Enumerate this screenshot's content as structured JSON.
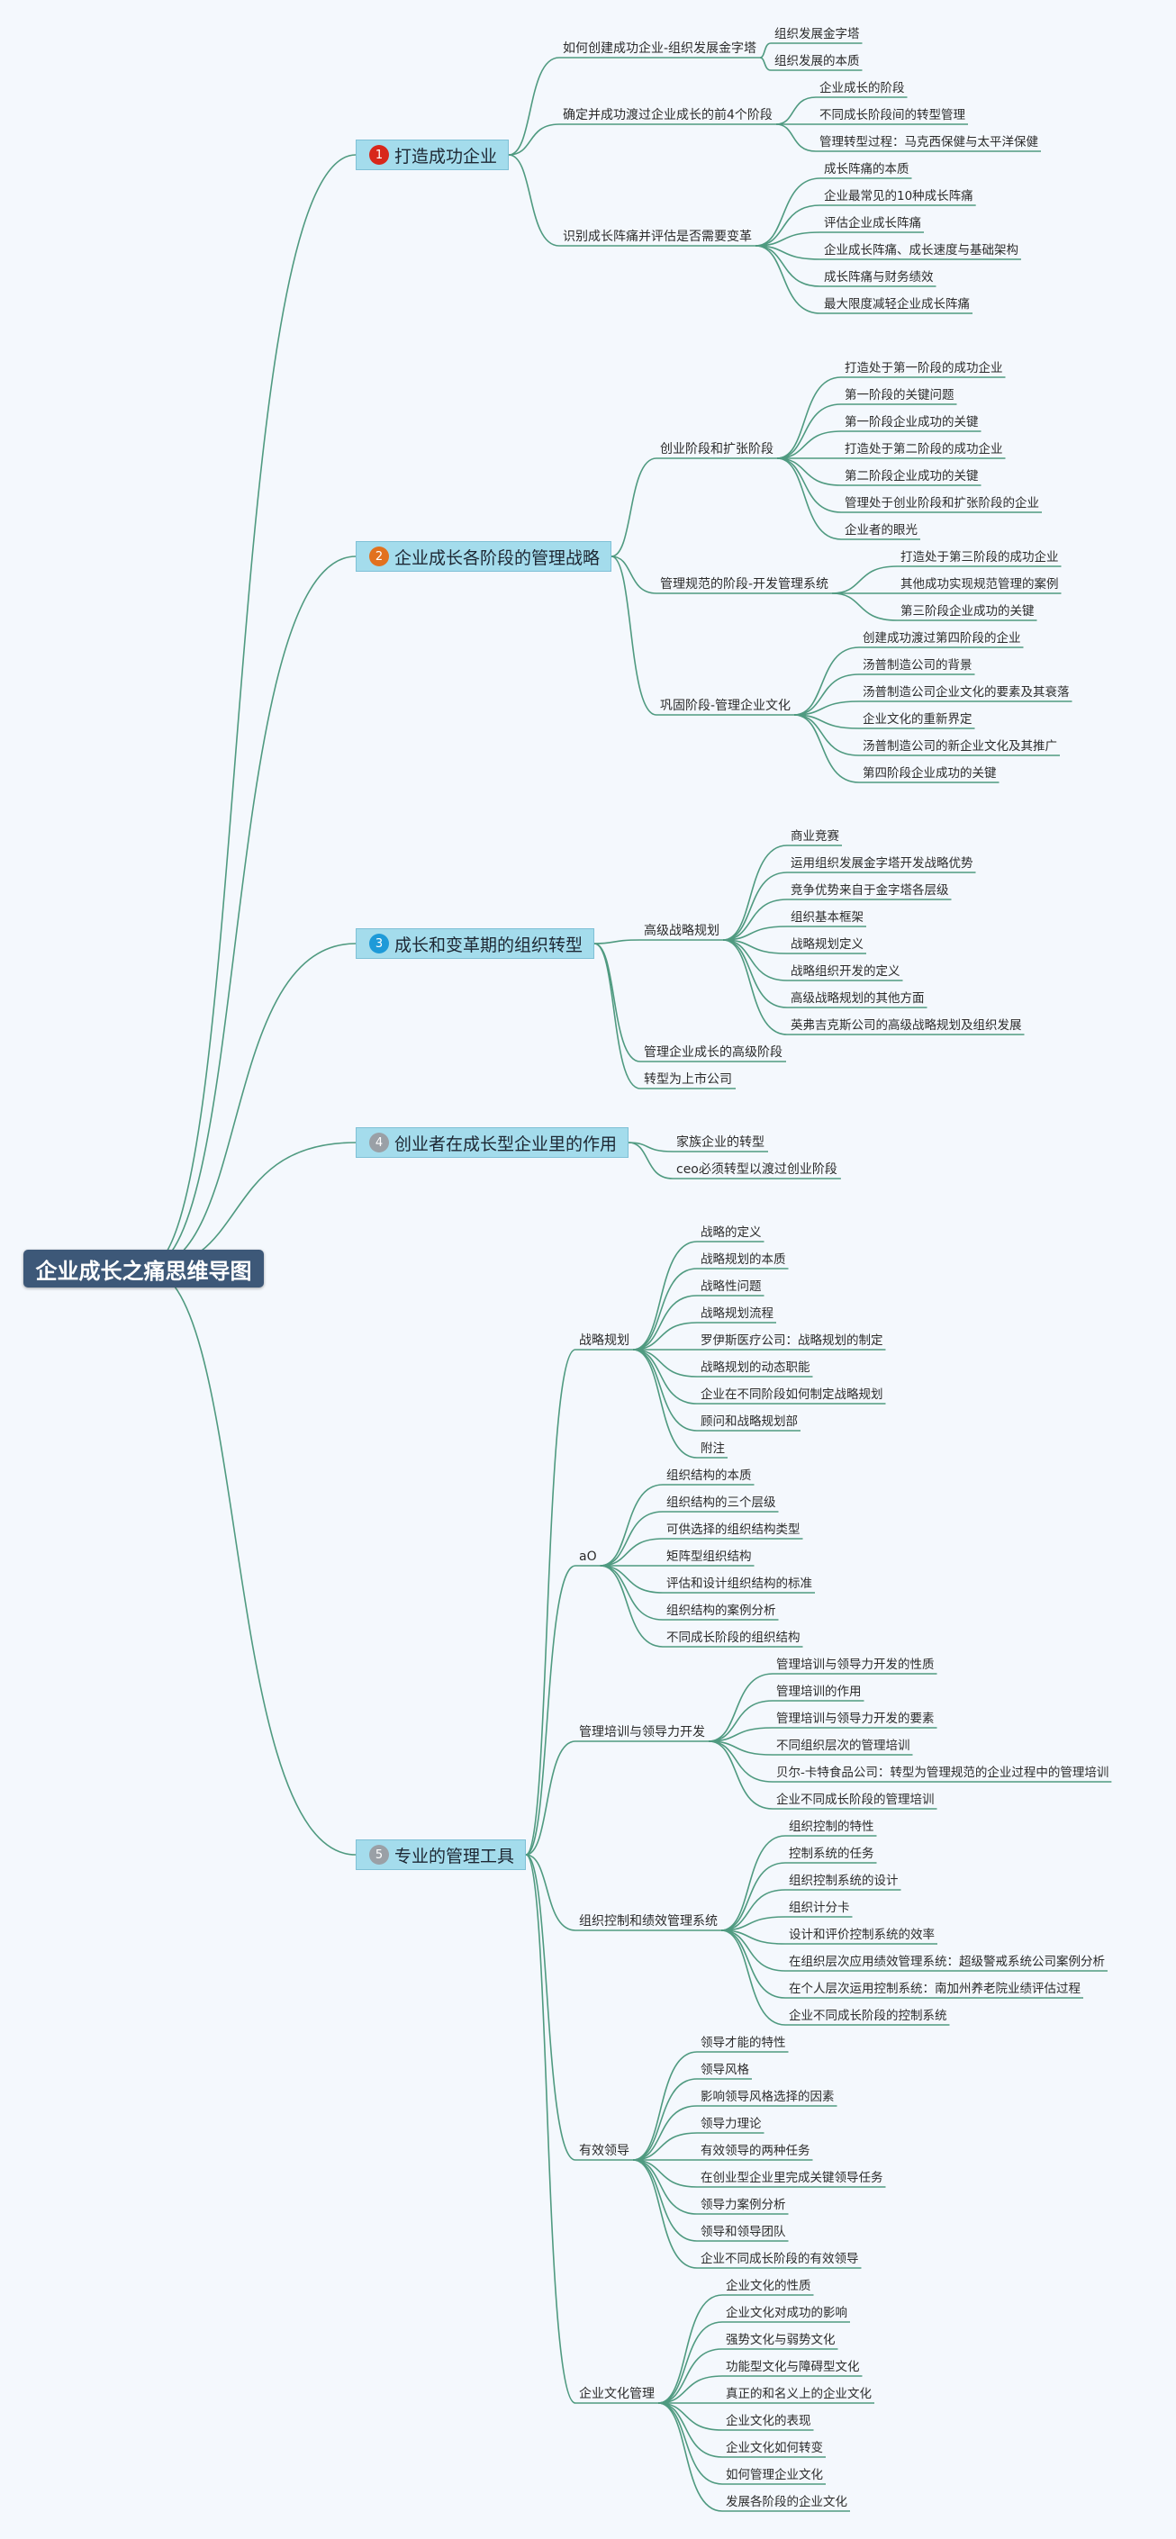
{
  "root": "企业成长之痛思维导图",
  "colors": {
    "line": "#4f9a80",
    "root_bg": "#3d5878",
    "topic_bg": "#a4dcec",
    "page_bg": "#f4f8fd"
  },
  "topics": [
    {
      "badge": "1",
      "badge_color": "#d8271b",
      "label": "打造成功企业",
      "children": [
        {
          "label": "如何创建成功企业-组织发展金字塔",
          "children": [
            "组织发展金字塔",
            "组织发展的本质"
          ]
        },
        {
          "label": "确定并成功渡过企业成长的前4个阶段",
          "children": [
            "企业成长的阶段",
            "不同成长阶段间的转型管理",
            "管理转型过程：马克西保健与太平洋保健"
          ]
        },
        {
          "label": "识别成长阵痛并评估是否需要变革",
          "children": [
            "成长阵痛的本质",
            "企业最常见的10种成长阵痛",
            "评估企业成长阵痛",
            "企业成长阵痛、成长速度与基础架构",
            "成长阵痛与财务绩效",
            "最大限度减轻企业成长阵痛"
          ]
        }
      ]
    },
    {
      "badge": "2",
      "badge_color": "#e2711e",
      "label": "企业成长各阶段的管理战略",
      "children": [
        {
          "label": "创业阶段和扩张阶段",
          "children": [
            "打造处于第一阶段的成功企业",
            "第一阶段的关键问题",
            "第一阶段企业成功的关键",
            "打造处于第二阶段的成功企业",
            "第二阶段企业成功的关键",
            "管理处于创业阶段和扩张阶段的企业",
            "企业者的眼光"
          ]
        },
        {
          "label": "管理规范的阶段-开发管理系统",
          "children": [
            "打造处于第三阶段的成功企业",
            "其他成功实现规范管理的案例",
            "第三阶段企业成功的关键"
          ]
        },
        {
          "label": "巩固阶段-管理企业文化",
          "children": [
            "创建成功渡过第四阶段的企业",
            "汤普制造公司的背景",
            "汤普制造公司企业文化的要素及其衰落",
            "企业文化的重新界定",
            "汤普制造公司的新企业文化及其推广",
            "第四阶段企业成功的关键"
          ]
        }
      ]
    },
    {
      "badge": "3",
      "badge_color": "#1e9ad8",
      "label": "成长和变革期的组织转型",
      "children": [
        {
          "label": "高级战略规划",
          "children": [
            "商业竞赛",
            "运用组织发展金字塔开发战略优势",
            "竞争优势来自于金字塔各层级",
            "组织基本框架",
            "战略规划定义",
            "战略组织开发的定义",
            "高级战略规划的其他方面",
            "英弗吉克斯公司的高级战略规划及组织发展"
          ]
        },
        {
          "label": "管理企业成长的高级阶段",
          "children": []
        },
        {
          "label": "转型为上市公司",
          "children": []
        }
      ]
    },
    {
      "badge": "4",
      "badge_color": "#9aa0a6",
      "label": "创业者在成长型企业里的作用",
      "children": [
        {
          "label": "家族企业的转型",
          "children": []
        },
        {
          "label": "ceo必须转型以渡过创业阶段",
          "children": []
        }
      ]
    },
    {
      "badge": "5",
      "badge_color": "#9aa0a6",
      "label": "专业的管理工具",
      "children": [
        {
          "label": "战略规划",
          "children": [
            "战略的定义",
            "战略规划的本质",
            "战略性问题",
            "战略规划流程",
            "罗伊斯医疗公司：战略规划的制定",
            "战略规划的动态职能",
            "企业在不同阶段如何制定战略规划",
            "顾问和战略规划部",
            "附注"
          ]
        },
        {
          "label": "aO",
          "children": [
            "组织结构的本质",
            "组织结构的三个层级",
            "可供选择的组织结构类型",
            "矩阵型组织结构",
            "评估和设计组织结构的标准",
            "组织结构的案例分析",
            "不同成长阶段的组织结构"
          ]
        },
        {
          "label": "管理培训与领导力开发",
          "children": [
            "管理培训与领导力开发的性质",
            "管理培训的作用",
            "管理培训与领导力开发的要素",
            "不同组织层次的管理培训",
            "贝尔-卡特食品公司：转型为管理规范的企业过程中的管理培训",
            "企业不同成长阶段的管理培训"
          ]
        },
        {
          "label": "组织控制和绩效管理系统",
          "children": [
            "组织控制的特性",
            "控制系统的任务",
            "组织控制系统的设计",
            "组织计分卡",
            "设计和评价控制系统的效率",
            "在组织层次应用绩效管理系统：超级警戒系统公司案例分析",
            "在个人层次运用控制系统：南加州养老院业绩评估过程",
            "企业不同成长阶段的控制系统"
          ]
        },
        {
          "label": "有效领导",
          "children": [
            "领导才能的特性",
            "领导风格",
            "影响领导风格选择的因素",
            "领导力理论",
            "有效领导的两种任务",
            "在创业型企业里完成关键领导任务",
            "领导力案例分析",
            "领导和领导团队",
            "企业不同成长阶段的有效领导"
          ]
        },
        {
          "label": "企业文化管理",
          "children": [
            "企业文化的性质",
            "企业文化对成功的影响",
            "强势文化与弱势文化",
            "功能型文化与障碍型文化",
            "真正的和名义上的企业文化",
            "企业文化的表现",
            "企业文化如何转变",
            "如何管理企业文化",
            "发展各阶段的企业文化"
          ]
        }
      ]
    }
  ]
}
